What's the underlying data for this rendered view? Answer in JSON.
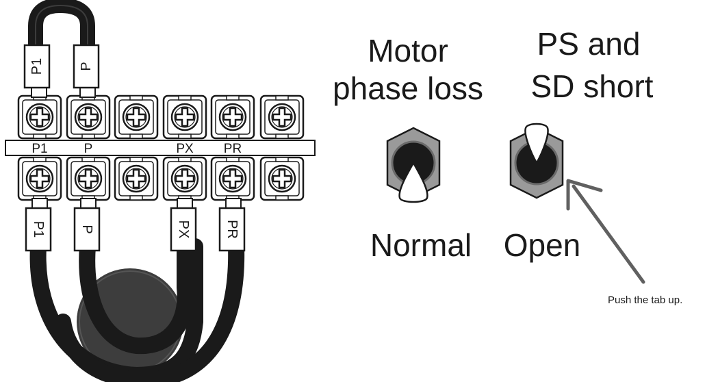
{
  "terminal_strip": {
    "labels": [
      "P1",
      "P",
      "PX",
      "PR"
    ]
  },
  "top_lugs": [
    "P1",
    "P"
  ],
  "bottom_lugs": [
    "P1",
    "P",
    "PX",
    "PR"
  ],
  "switches": {
    "motor_phase_loss": {
      "title_line1": "Motor",
      "title_line2": "phase loss",
      "state": "Normal"
    },
    "ps_sd_short": {
      "title_line1": "PS and",
      "title_line2": "SD short",
      "state": "Open"
    }
  },
  "callout": {
    "text": "Push the tab up."
  },
  "colors": {
    "cable": "#1a1a1a",
    "ferrite_core": "#3d3d3d",
    "arrow": "#606060",
    "switch_bezel": "#9a9a9a"
  }
}
